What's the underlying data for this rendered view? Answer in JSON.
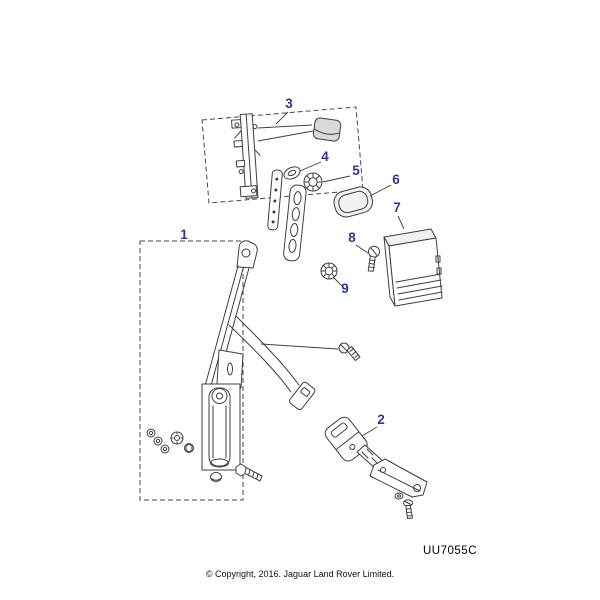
{
  "diagram": {
    "code": "UU7055C",
    "copyright": "© Copyright, 2016. Jaguar Land Rover Limited.",
    "colors": {
      "callout": "#2b3990",
      "line": "#3f3f3f",
      "background": "#ffffff"
    },
    "callouts": [
      {
        "label": "1"
      },
      {
        "label": "2"
      },
      {
        "label": "3"
      },
      {
        "label": "4"
      },
      {
        "label": "5"
      },
      {
        "label": "6"
      },
      {
        "label": "7"
      },
      {
        "label": "8"
      },
      {
        "label": "9"
      }
    ]
  }
}
